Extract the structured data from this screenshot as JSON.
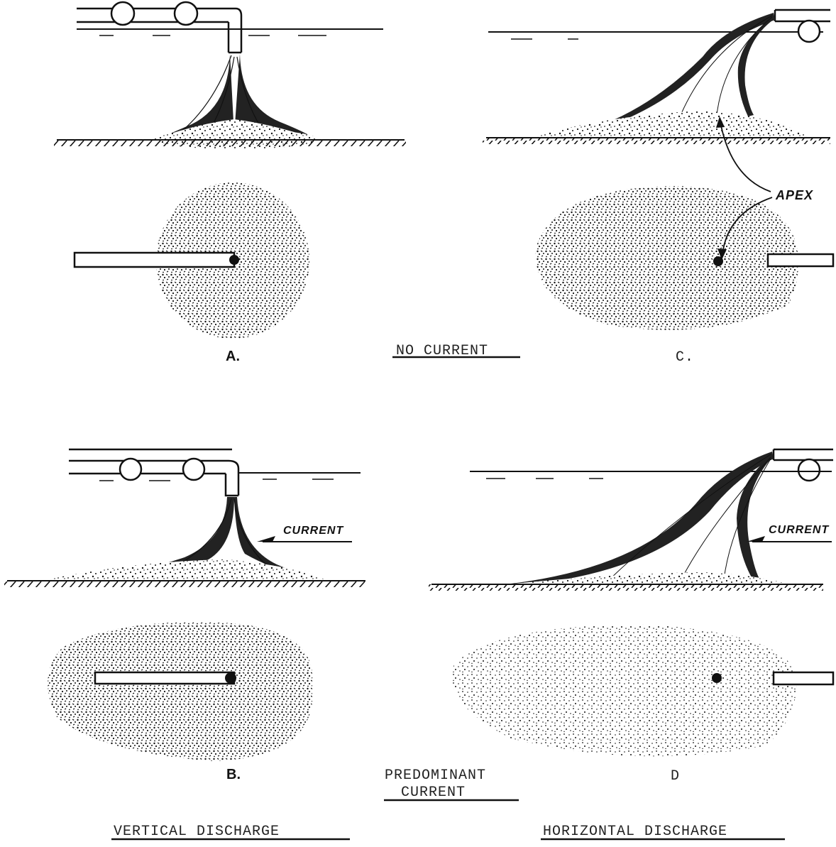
{
  "labels": {
    "panel_a": "A.",
    "panel_b": "B.",
    "panel_c": "C.",
    "panel_d": "D",
    "no_current": "NO CURRENT",
    "predominant_line1": "PREDOMINANT",
    "predominant_line2": "CURRENT",
    "vertical_discharge": "VERTICAL DISCHARGE",
    "horizontal_discharge": "HORIZONTAL DISCHARGE",
    "apex": "APEX",
    "current_b": "CURRENT",
    "current_d": "CURRENT"
  }
}
